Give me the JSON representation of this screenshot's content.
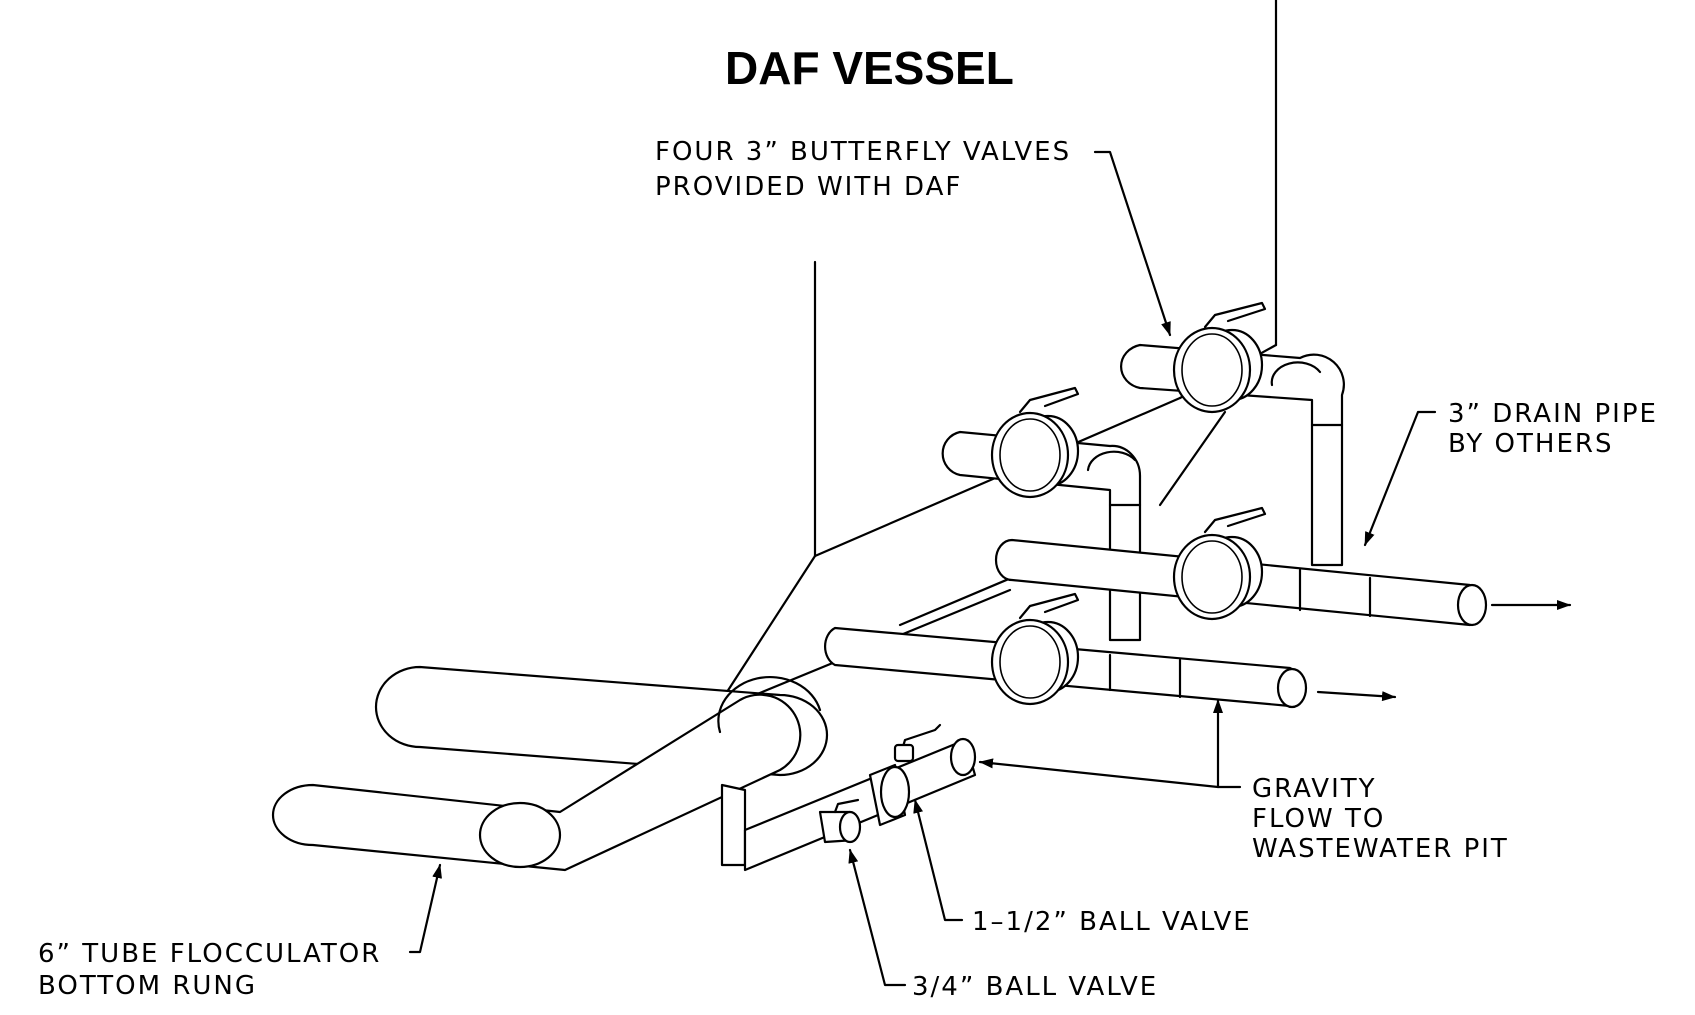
{
  "title": "DAF VESSEL",
  "labels": {
    "butterfly_line1": "FOUR 3” BUTTERFLY VALVES",
    "butterfly_line2": "PROVIDED WITH DAF",
    "drain_line1": "3” DRAIN PIPE",
    "drain_line2": "BY OTHERS",
    "gravity_line1": "GRAVITY",
    "gravity_line2": "FLOW TO",
    "gravity_line3": "WASTEWATER PIT",
    "ball_valve_large": "1–1/2” BALL VALVE",
    "ball_valve_small": "3/4” BALL VALVE",
    "flocculator_line1": "6” TUBE FLOCCULATOR",
    "flocculator_line2": "BOTTOM RUNG"
  },
  "colors": {
    "ink": "#000000",
    "background": "#ffffff"
  }
}
